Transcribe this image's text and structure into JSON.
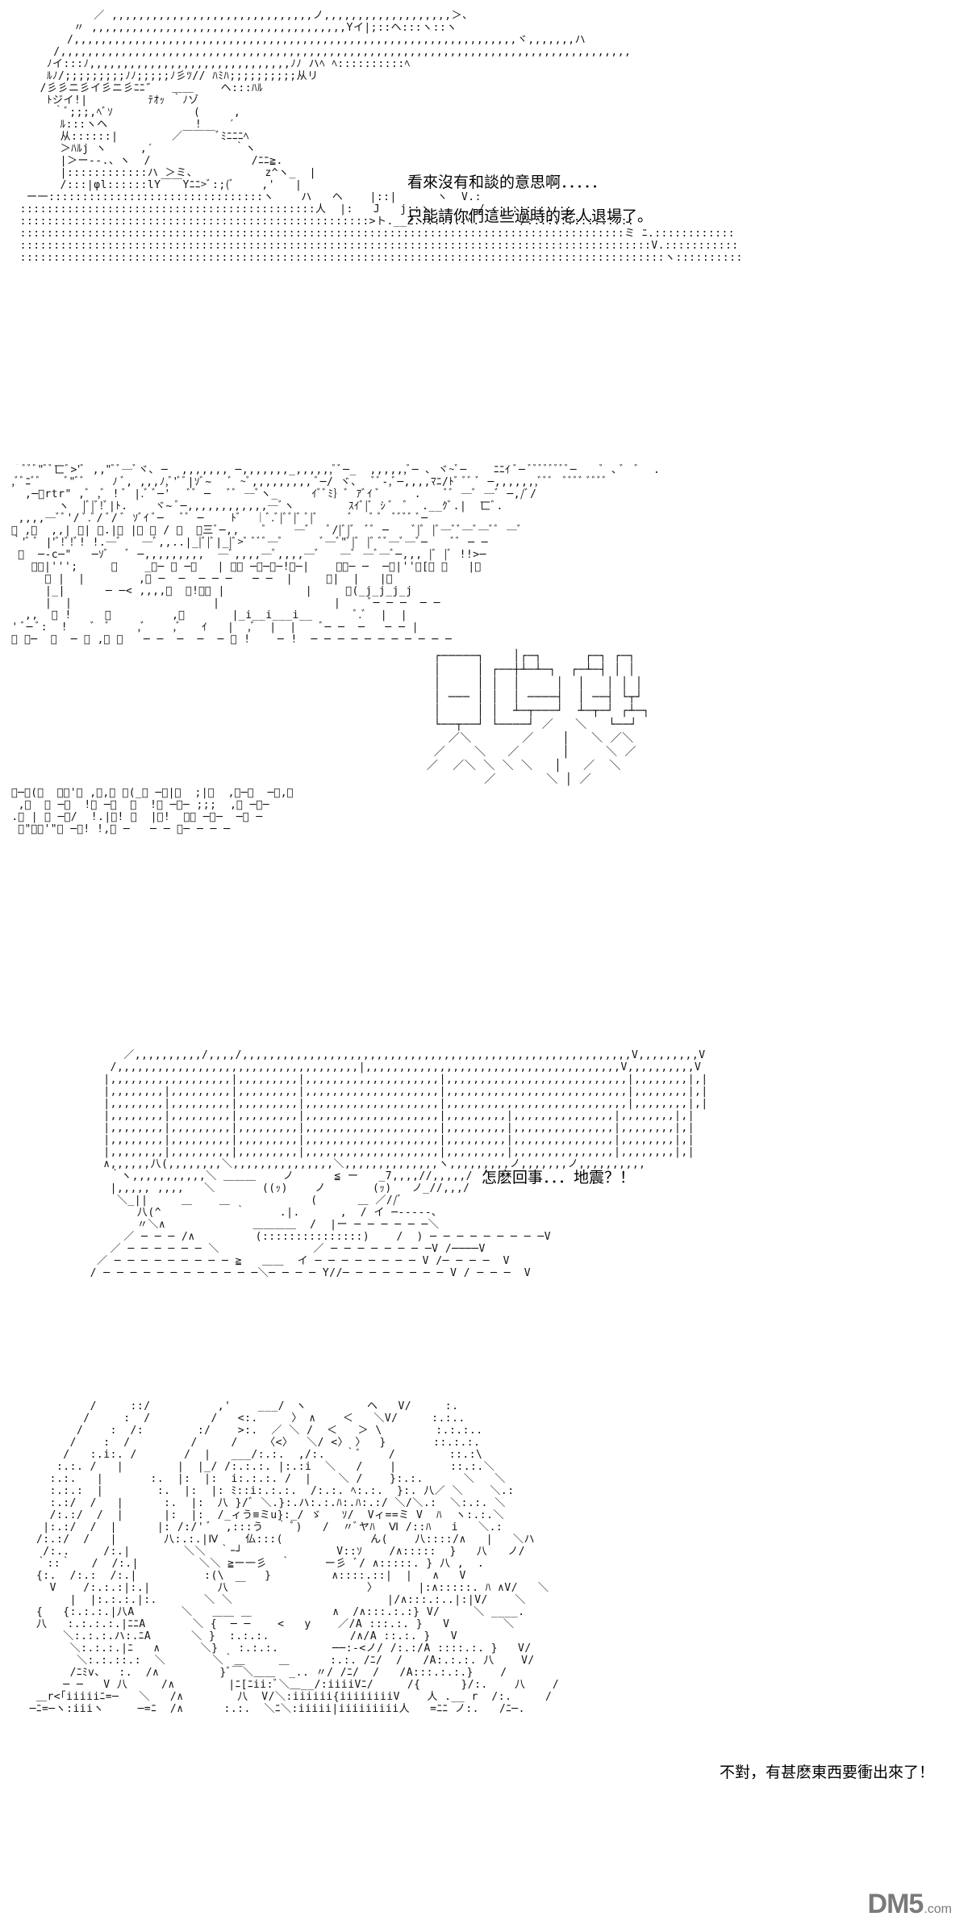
{
  "panels": [
    {
      "id": "panel-1",
      "captions": [
        "看來沒有和談的意思啊．．．．．",
        "只能請你們這些過時的老人退場了。"
      ]
    },
    {
      "id": "panel-2",
      "captions": []
    },
    {
      "id": "panel-3",
      "captions": [
        "怎麽回事．．．地震？！"
      ]
    },
    {
      "id": "panel-4",
      "captions": [
        "不對，有甚麽東西要衝出來了！"
      ]
    }
  ],
  "watermark": {
    "text": "DM5",
    "suffix": ".com"
  },
  "colors": {
    "background": "#ffffff",
    "ink": "#111111",
    "watermark": "#7a7a7a"
  }
}
